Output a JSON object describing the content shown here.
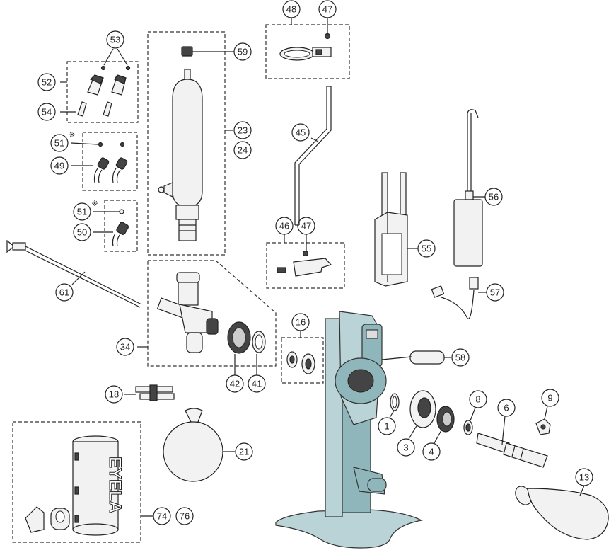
{
  "callouts": {
    "c48": "48",
    "c47a": "47",
    "c59": "59",
    "c53": "53",
    "c52": "52",
    "c54": "54",
    "c23": "23",
    "c24": "24",
    "c45": "45",
    "c51a": "51",
    "c49": "49",
    "c51b": "51",
    "c50": "50",
    "c56": "56",
    "c46": "46",
    "c47b": "47",
    "c55": "55",
    "c61": "61",
    "c57": "57",
    "c34": "34",
    "c16": "16",
    "c58": "58",
    "c42": "42",
    "c41": "41",
    "c18": "18",
    "c8": "8",
    "c6": "6",
    "c9": "9",
    "c1": "1",
    "c3": "3",
    "c4": "4",
    "c21": "21",
    "c13": "13",
    "c74": "74",
    "c76": "76"
  },
  "marks": {
    "note_symbol": "※"
  },
  "product_logo": "EYELA"
}
